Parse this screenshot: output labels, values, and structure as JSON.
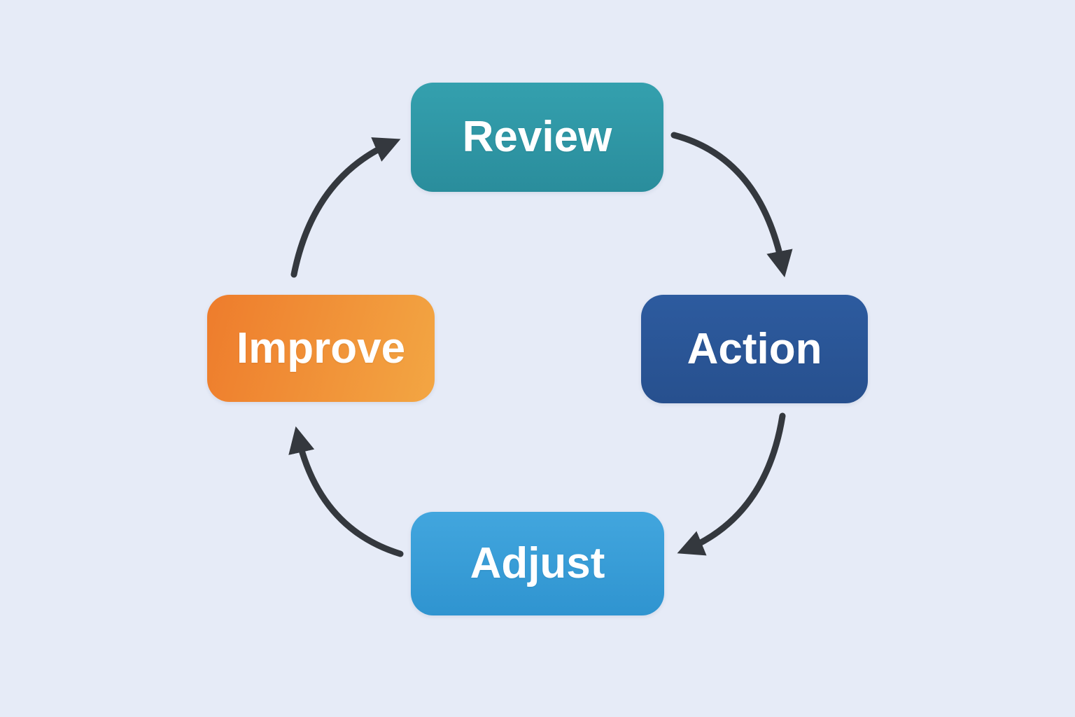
{
  "page": {
    "background_color": "#e6ebf7"
  },
  "diagram": {
    "type": "cycle",
    "text_color": "#ffffff",
    "arrow_color": "#34383e",
    "nodes": [
      {
        "id": "review",
        "label": "Review",
        "position": "top",
        "color_start": "#34a0ae",
        "color_end": "#2a8d9c",
        "gradient_angle": 180
      },
      {
        "id": "action",
        "label": "Action",
        "position": "right",
        "color_start": "#2d5b9f",
        "color_end": "#27508e",
        "gradient_angle": 180
      },
      {
        "id": "adjust",
        "label": "Adjust",
        "position": "bottom",
        "color_start": "#42a6de",
        "color_end": "#2f94d0",
        "gradient_angle": 180
      },
      {
        "id": "improve",
        "label": "Improve",
        "position": "left",
        "color_start": "#ee7c2c",
        "color_end": "#f3a643",
        "gradient_angle": 105
      }
    ],
    "flow_order": [
      "Review",
      "Action",
      "Adjust",
      "Improve"
    ]
  }
}
